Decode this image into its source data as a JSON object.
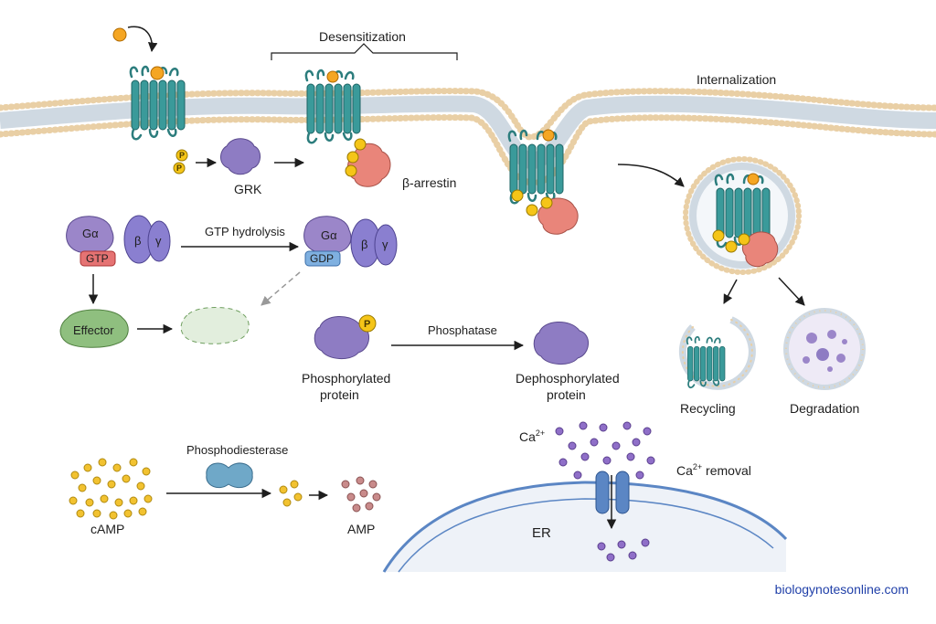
{
  "labels": {
    "desensitization": "Desensitization",
    "internalization": "Internalization",
    "grk": "GRK",
    "beta_arrestin": "β-arrestin",
    "g_alpha": "Gα",
    "beta": "β",
    "gamma": "γ",
    "gtp": "GTP",
    "gdp": "GDP",
    "gtp_hydrolysis": "GTP hydrolysis",
    "effector": "Effector",
    "phosphatase": "Phosphatase",
    "phosphorylated_protein_line1": "Phosphorylated",
    "phosphorylated_protein_line2": "protein",
    "dephosphorylated_protein_line1": "Dephosphorylated",
    "dephosphorylated_protein_line2": "protein",
    "recycling": "Recycling",
    "degradation": "Degradation",
    "phosphodiesterase": "Phosphodiesterase",
    "camp": "cAMP",
    "amp": "AMP",
    "ca_ion": "Ca",
    "ca_charge": "2+",
    "ca_removal_prefix": "Ca",
    "ca_removal_charge": "2+",
    "ca_removal_suffix": " removal",
    "er": "ER",
    "phosphate": "P"
  },
  "credit": "biologynotesonline.com",
  "colors": {
    "membrane_head": "#e9cfa5",
    "membrane_tail": "#cfd9e2",
    "receptor": "#3a9a9a",
    "grk": "#8e7cc3",
    "arrestin": "#e9857a",
    "g_alpha": "#9b86c9",
    "beta_gamma": "#8a7fd0",
    "gtp_badge": "#e57373",
    "gdp_badge": "#7fb0e0",
    "effector": "#8fbf7f",
    "phosphate": "#f5c518",
    "camp": "#f2c230",
    "amp": "#c98b8b",
    "pde": "#6fa8c8",
    "calcium": "#8f6fc8",
    "channel": "#5b86c4",
    "credit_text": "#1f3fa8"
  }
}
